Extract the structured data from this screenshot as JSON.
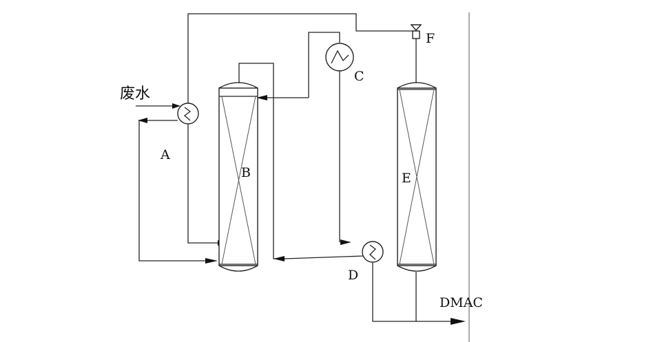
{
  "labels": {
    "wastewater": "废水",
    "a": "A",
    "b": "B",
    "c": "C",
    "d": "D",
    "e": "E",
    "f": "F",
    "dmac": "DMAC"
  },
  "colors": {
    "line": "#222222",
    "background": "#ffffff"
  },
  "icons": {
    "heat_exchanger": "heat-exchanger-circle-zigzag",
    "condenser": "condenser-circle-wave",
    "valve": "valve-funnel"
  }
}
